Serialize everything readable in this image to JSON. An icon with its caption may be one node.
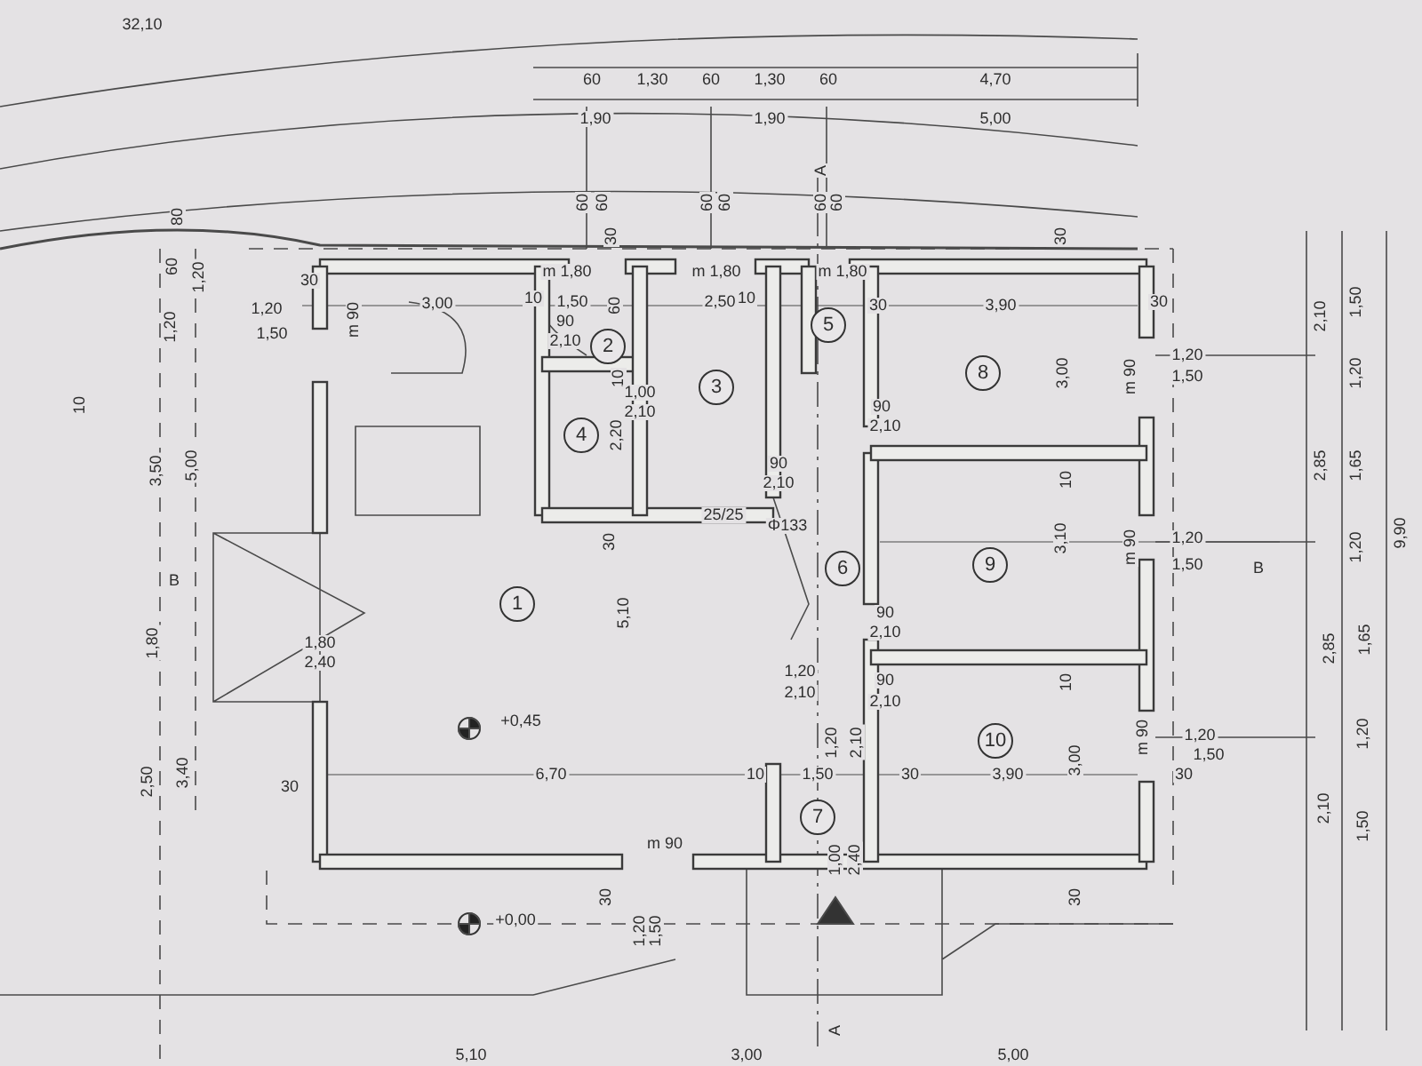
{
  "diagram": {
    "nodes": [
      {
        "text": [
          "1"
        ]
      },
      {
        "text": [
          "2"
        ]
      },
      {
        "text": [
          "3"
        ]
      },
      {
        "text": [
          "4"
        ]
      },
      {
        "text": [
          "5"
        ]
      },
      {
        "text": [
          "6"
        ]
      },
      {
        "text": [
          "7"
        ]
      },
      {
        "text": [
          "8"
        ]
      },
      {
        "text": [
          "9"
        ]
      },
      {
        "text": [
          "10"
        ]
      }
    ],
    "labels": [
      "32,10",
      "60",
      "1,30",
      "60",
      "1,30",
      "60",
      "4,70",
      "1,90",
      "1,90",
      "5,00",
      "A",
      "60",
      "60",
      "60",
      "60",
      "60",
      "60",
      "80",
      "30",
      "30",
      "30",
      "3,00",
      "10",
      "m 1,80",
      "1,50",
      "60",
      "90",
      "2,10",
      "10",
      "m 1,80",
      "2,50",
      "m 1,80",
      "30",
      "3,90",
      "30",
      "60",
      "1,20",
      "1,20",
      "m 90",
      "1,20",
      "1,50",
      "2,10",
      "1,50",
      "3,00",
      "10",
      "1,00",
      "2,10",
      "2,20",
      "90",
      "2,10",
      "m 90",
      "1,20",
      "1,50",
      "1,20",
      "2,85",
      "1,65",
      "10",
      "3,50",
      "5,00",
      "10",
      "90",
      "2,10",
      "25/25",
      "Φ133",
      "30",
      "3,10",
      "m 90",
      "1,20",
      "1,50",
      "B",
      "1,20",
      "9,90",
      "B",
      "1,80",
      "1,80",
      "2,40",
      "5,10",
      "90",
      "2,10",
      "1,20",
      "2,10",
      "90",
      "2,10",
      "10",
      "2,85",
      "1,65",
      "+0,45",
      "1,20",
      "2,10",
      "3,00",
      "m 90",
      "1,20",
      "1,50",
      "1,20",
      "2,50",
      "3,40",
      "30",
      "6,70",
      "10",
      "1,50",
      "30",
      "3,90",
      "30",
      "2,10",
      "1,50",
      "m 90",
      "30",
      "1,00",
      "2,40",
      "30",
      "+0,00",
      "1,20",
      "1,50",
      "A",
      "5,10",
      "3,00",
      "5,00"
    ]
  }
}
